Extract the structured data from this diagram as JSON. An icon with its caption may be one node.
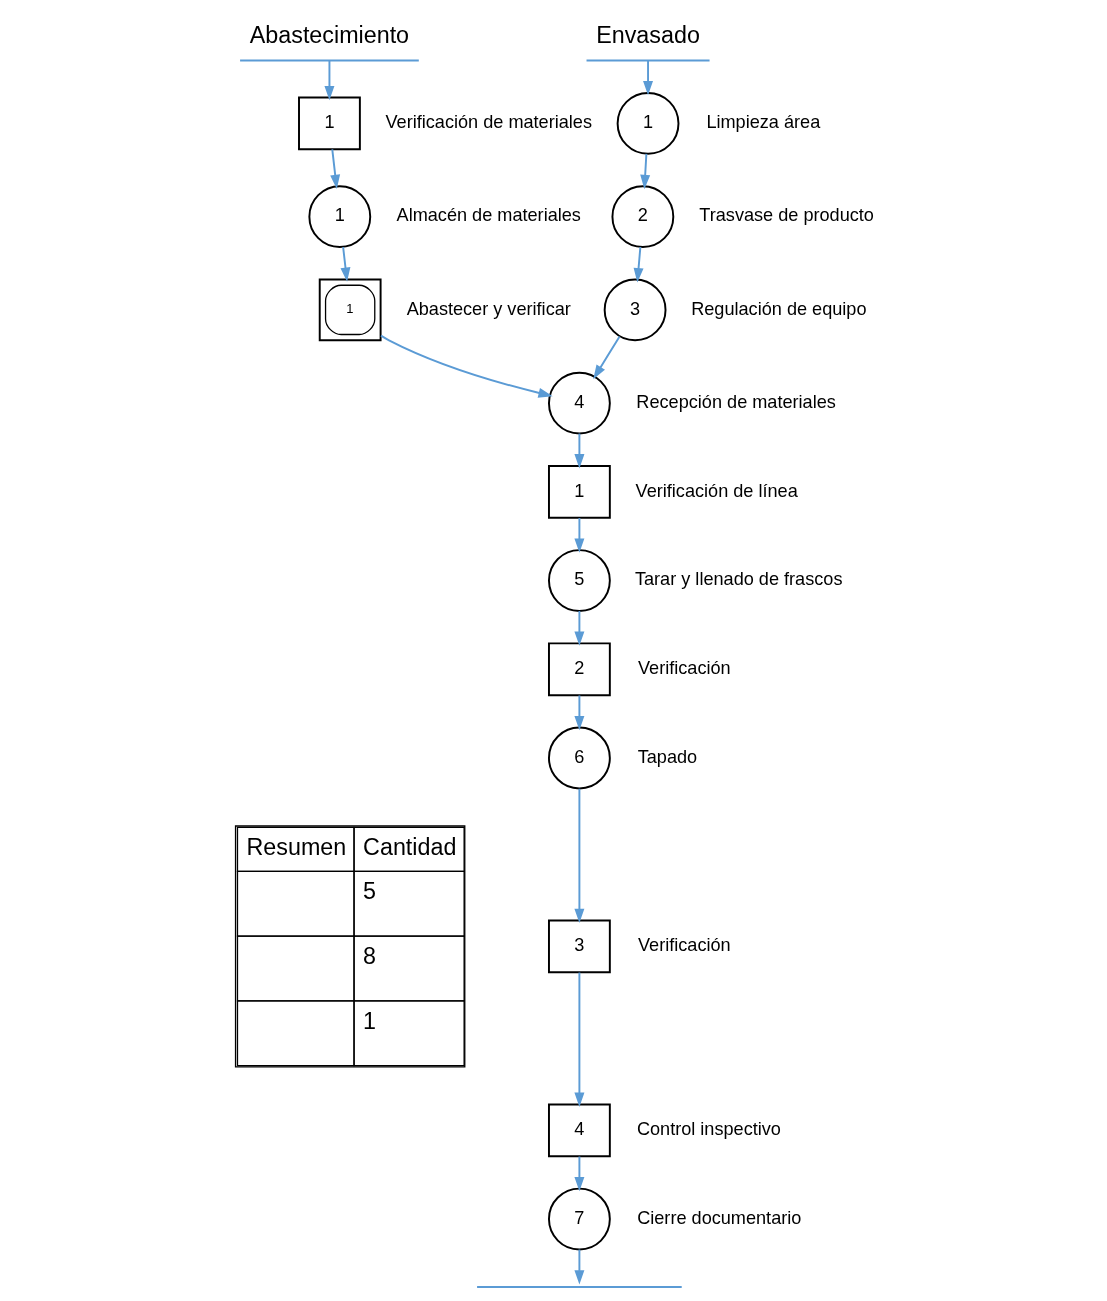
{
  "diagram": {
    "nodes": [
      {
        "text": [
          "Abastecimiento"
        ]
      },
      {
        "text": [
          "1"
        ],
        "beside": [
          "Verificación de materiales"
        ]
      },
      {
        "text": [
          "1"
        ],
        "beside": [
          "Almacén de materiales"
        ]
      },
      {
        "text": [
          "1"
        ],
        "beside": [
          "Abastecer y verificar"
        ]
      },
      {
        "text": [
          "Envasado"
        ]
      },
      {
        "text": [
          "1"
        ],
        "beside": [
          "Limpieza área"
        ]
      },
      {
        "text": [
          "2"
        ],
        "beside": [
          "Trasvase de producto"
        ]
      },
      {
        "text": [
          "3"
        ],
        "beside": [
          "Regulación de equipo"
        ]
      },
      {
        "text": [
          "4"
        ],
        "beside": [
          "Recepción de materiales"
        ]
      },
      {
        "text": [
          "1"
        ],
        "beside": [
          "Verificación de línea"
        ]
      },
      {
        "text": [
          "5"
        ],
        "beside": [
          "Tarar y llenado de frascos"
        ]
      },
      {
        "text": [
          "2"
        ],
        "beside": [
          "Verificación"
        ]
      },
      {
        "text": [
          "6"
        ],
        "beside": [
          "Tapado"
        ]
      },
      {
        "text": [
          "3"
        ],
        "beside": [
          "Verificación"
        ]
      },
      {
        "text": [
          "4"
        ],
        "beside": [
          "Control inspectivo"
        ]
      },
      {
        "text": [
          "7"
        ],
        "beside": [
          "Cierre documentario"
        ]
      }
    ],
    "edges": [
      {
        "from": 0,
        "to": 1,
        "arrow": "to"
      },
      {
        "from": 1,
        "to": 2,
        "arrow": "to"
      },
      {
        "from": 2,
        "to": 3,
        "arrow": "to"
      },
      {
        "from": 3,
        "to": 8,
        "arrow": "to"
      },
      {
        "from": 4,
        "to": 5,
        "arrow": "to"
      },
      {
        "from": 5,
        "to": 6,
        "arrow": "to"
      },
      {
        "from": 6,
        "to": 7,
        "arrow": "to"
      },
      {
        "from": 7,
        "to": 8,
        "arrow": "to"
      },
      {
        "from": 8,
        "to": 9,
        "arrow": "to"
      },
      {
        "from": 9,
        "to": 10,
        "arrow": "to"
      },
      {
        "from": 10,
        "to": 11,
        "arrow": "to"
      },
      {
        "from": 11,
        "to": 12,
        "arrow": "to"
      },
      {
        "from": 12,
        "to": 13,
        "arrow": "to"
      },
      {
        "from": 13,
        "to": 14,
        "arrow": "to"
      },
      {
        "from": 14,
        "to": 15,
        "arrow": "to"
      },
      {
        "from": 15,
        "to": null,
        "arrow": "to"
      }
    ],
    "labels": [
      "Resumen",
      "Cantidad",
      "5",
      "8",
      "1"
    ]
  }
}
